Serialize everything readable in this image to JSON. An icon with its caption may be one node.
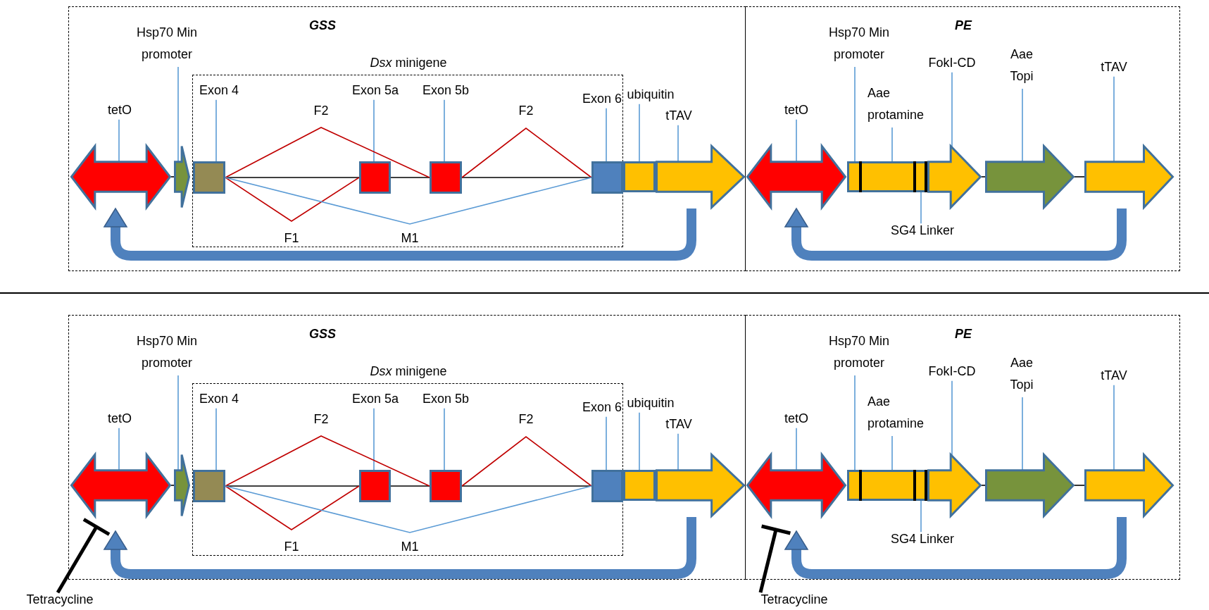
{
  "diagram": {
    "nodes": [
      {
        "text": [
          "GSS"
        ]
      },
      {
        "text": [
          "PE"
        ]
      },
      {
        "text": [
          "*Dsx* minigene"
        ],
        "in": 0
      },
      {
        "text": [
          "tetO"
        ],
        "in": 0
      },
      {
        "text": [],
        "shape": "arrow",
        "in": 0
      },
      {
        "text": [
          "Hsp70 Min promoter"
        ],
        "in": 0
      },
      {
        "text": [],
        "shape": "arrow",
        "in": 0
      },
      {
        "text": [
          "Exon 4"
        ],
        "in": 2
      },
      {
        "text": [],
        "shape": "box",
        "in": 2
      },
      {
        "text": [
          "Exon 5a"
        ],
        "in": 2
      },
      {
        "text": [],
        "shape": "box",
        "in": 2
      },
      {
        "text": [
          "Exon 5b"
        ],
        "in": 2
      },
      {
        "text": [],
        "shape": "box",
        "in": 2
      },
      {
        "text": [
          "Exon 6"
        ],
        "in": 2
      },
      {
        "text": [],
        "shape": "box",
        "in": 2
      },
      {
        "text": [
          "ubiquitin"
        ],
        "in": 0
      },
      {
        "text": [],
        "shape": "box",
        "in": 0
      },
      {
        "text": [
          "tTAV"
        ],
        "in": 0
      },
      {
        "text": [],
        "shape": "arrow",
        "in": 0
      },
      {
        "text": [
          "tetO"
        ],
        "in": 1
      },
      {
        "text": [],
        "shape": "arrow",
        "in": 1
      },
      {
        "text": [
          "Hsp70 Min promoter"
        ],
        "in": 1
      },
      {
        "text": [],
        "shape": "box",
        "in": 1
      },
      {
        "text": [
          "Aae protamine"
        ],
        "in": 1
      },
      {
        "text": [],
        "shape": "box",
        "in": 1
      },
      {
        "text": [
          "FokI-CD"
        ],
        "in": 1
      },
      {
        "text": [],
        "shape": "arrow",
        "in": 1
      },
      {
        "text": [
          "Aae Topi"
        ],
        "in": 1
      },
      {
        "text": [],
        "shape": "arrow",
        "in": 1
      },
      {
        "text": [
          "tTAV"
        ],
        "in": 1
      },
      {
        "text": [],
        "shape": "arrow",
        "in": 1
      },
      {
        "text": [
          "SG4 Linker"
        ],
        "in": 1
      },
      {
        "text": [],
        "shape": "box",
        "in": 1
      },
      {
        "text": [
          "GSS"
        ]
      },
      {
        "text": [
          "PE"
        ]
      },
      {
        "text": [
          "*Dsx* minigene"
        ],
        "in": 33
      },
      {
        "text": [
          "tetO"
        ],
        "in": 33
      },
      {
        "text": [],
        "shape": "arrow",
        "in": 33
      },
      {
        "text": [
          "Hsp70 Min promoter"
        ],
        "in": 33
      },
      {
        "text": [],
        "shape": "arrow",
        "in": 33
      },
      {
        "text": [
          "Exon 4"
        ],
        "in": 35
      },
      {
        "text": [],
        "shape": "box",
        "in": 35
      },
      {
        "text": [
          "Exon 5a"
        ],
        "in": 35
      },
      {
        "text": [],
        "shape": "box",
        "in": 35
      },
      {
        "text": [
          "Exon 5b"
        ],
        "in": 35
      },
      {
        "text": [],
        "shape": "box",
        "in": 35
      },
      {
        "text": [
          "Exon 6"
        ],
        "in": 35
      },
      {
        "text": [],
        "shape": "box",
        "in": 35
      },
      {
        "text": [
          "ubiquitin"
        ],
        "in": 33
      },
      {
        "text": [],
        "shape": "box",
        "in": 33
      },
      {
        "text": [
          "tTAV"
        ],
        "in": 33
      },
      {
        "text": [],
        "shape": "arrow",
        "in": 33
      },
      {
        "text": [
          "tetO"
        ],
        "in": 34
      },
      {
        "text": [],
        "shape": "arrow",
        "in": 34
      },
      {
        "text": [
          "Hsp70 Min promoter"
        ],
        "in": 34
      },
      {
        "text": [],
        "shape": "box",
        "in": 34
      },
      {
        "text": [
          "Aae protamine"
        ],
        "in": 34
      },
      {
        "text": [],
        "shape": "box",
        "in": 34
      },
      {
        "text": [
          "FokI-CD"
        ],
        "in": 34
      },
      {
        "text": [],
        "shape": "arrow",
        "in": 34
      },
      {
        "text": [
          "Aae Topi"
        ],
        "in": 34
      },
      {
        "text": [],
        "shape": "arrow",
        "in": 34
      },
      {
        "text": [
          "tTAV"
        ],
        "in": 34
      },
      {
        "text": [],
        "shape": "arrow",
        "in": 34
      },
      {
        "text": [
          "SG4 Linker"
        ],
        "in": 34
      },
      {
        "text": [],
        "shape": "box",
        "in": 34
      },
      {
        "text": [
          "Tetracycline"
        ]
      },
      {
        "text": [
          "Tetracycline"
        ]
      }
    ],
    "edges": [
      {
        "from": 3,
        "to": 4,
        "arrow": "none"
      },
      {
        "from": 5,
        "to": 6,
        "arrow": "none"
      },
      {
        "from": 7,
        "to": 8,
        "arrow": "none"
      },
      {
        "from": 9,
        "to": 10,
        "arrow": "none"
      },
      {
        "from": 11,
        "to": 12,
        "arrow": "none"
      },
      {
        "from": 13,
        "to": 14,
        "arrow": "none"
      },
      {
        "from": 15,
        "to": 16,
        "arrow": "none"
      },
      {
        "from": 17,
        "to": 18,
        "arrow": "none"
      },
      {
        "from": 19,
        "to": 20,
        "arrow": "none"
      },
      {
        "from": 21,
        "to": 22,
        "arrow": "none"
      },
      {
        "from": 23,
        "to": 24,
        "arrow": "none"
      },
      {
        "from": 25,
        "to": 26,
        "arrow": "none"
      },
      {
        "from": 27,
        "to": 28,
        "arrow": "none"
      },
      {
        "from": 29,
        "to": 30,
        "arrow": "none"
      },
      {
        "from": 31,
        "to": 32,
        "arrow": "none"
      },
      {
        "from": 8,
        "to": 10,
        "arrow": "none",
        "color": "#000000"
      },
      {
        "from": 10,
        "to": 12,
        "arrow": "none",
        "color": "#000000"
      },
      {
        "from": 12,
        "to": 14,
        "arrow": "none",
        "color": "#000000"
      },
      {
        "from": 8,
        "to": 12,
        "arrow": "none",
        "label": "F2",
        "color": "#c00000"
      },
      {
        "from": 8,
        "to": 10,
        "arrow": "none",
        "label": "F1",
        "color": "#c00000"
      },
      {
        "from": 12,
        "to": 14,
        "arrow": "none",
        "label": "F2",
        "color": "#c00000"
      },
      {
        "from": 8,
        "to": 14,
        "arrow": "none",
        "label": "M1"
      },
      {
        "from": 4,
        "to": 6,
        "arrow": "none",
        "color": "#000000"
      },
      {
        "from": 26,
        "to": 28,
        "arrow": "none",
        "color": "#000000"
      },
      {
        "from": 28,
        "to": 30,
        "arrow": "none",
        "color": "#000000"
      },
      {
        "from": 18,
        "to": 4,
        "arrow": "to",
        "style": "thick"
      },
      {
        "from": 30,
        "to": 20,
        "arrow": "to",
        "style": "thick"
      },
      {
        "from": 36,
        "to": 37,
        "arrow": "none"
      },
      {
        "from": 38,
        "to": 39,
        "arrow": "none"
      },
      {
        "from": 40,
        "to": 41,
        "arrow": "none"
      },
      {
        "from": 42,
        "to": 43,
        "arrow": "none"
      },
      {
        "from": 44,
        "to": 45,
        "arrow": "none"
      },
      {
        "from": 46,
        "to": 47,
        "arrow": "none"
      },
      {
        "from": 48,
        "to": 49,
        "arrow": "none"
      },
      {
        "from": 50,
        "to": 51,
        "arrow": "none"
      },
      {
        "from": 52,
        "to": 53,
        "arrow": "none"
      },
      {
        "from": 54,
        "to": 55,
        "arrow": "none"
      },
      {
        "from": 56,
        "to": 57,
        "arrow": "none"
      },
      {
        "from": 58,
        "to": 59,
        "arrow": "none"
      },
      {
        "from": 60,
        "to": 61,
        "arrow": "none"
      },
      {
        "from": 62,
        "to": 63,
        "arrow": "none"
      },
      {
        "from": 64,
        "to": 65,
        "arrow": "none"
      },
      {
        "from": 41,
        "to": 43,
        "arrow": "none",
        "color": "#000000"
      },
      {
        "from": 43,
        "to": 45,
        "arrow": "none",
        "color": "#000000"
      },
      {
        "from": 45,
        "to": 47,
        "arrow": "none",
        "color": "#000000"
      },
      {
        "from": 41,
        "to": 45,
        "arrow": "none",
        "label": "F2",
        "color": "#c00000"
      },
      {
        "from": 41,
        "to": 43,
        "arrow": "none",
        "label": "F1",
        "color": "#c00000"
      },
      {
        "from": 45,
        "to": 47,
        "arrow": "none",
        "label": "F2",
        "color": "#c00000"
      },
      {
        "from": 41,
        "to": 47,
        "arrow": "none",
        "label": "M1"
      },
      {
        "from": 37,
        "to": 39,
        "arrow": "none",
        "color": "#000000"
      },
      {
        "from": 59,
        "to": 61,
        "arrow": "none",
        "color": "#000000"
      },
      {
        "from": 61,
        "to": 63,
        "arrow": "none",
        "color": "#000000"
      },
      {
        "from": 51,
        "to": 37,
        "arrow": "to",
        "style": "thick"
      },
      {
        "from": 63,
        "to": 53,
        "arrow": "to",
        "style": "thick"
      },
      {
        "from": 66,
        "to": 37,
        "arrow": "other",
        "color": "#000000",
        "style": "thick"
      },
      {
        "from": 67,
        "to": 53,
        "arrow": "other",
        "color": "#000000",
        "style": "thick"
      }
    ]
  }
}
